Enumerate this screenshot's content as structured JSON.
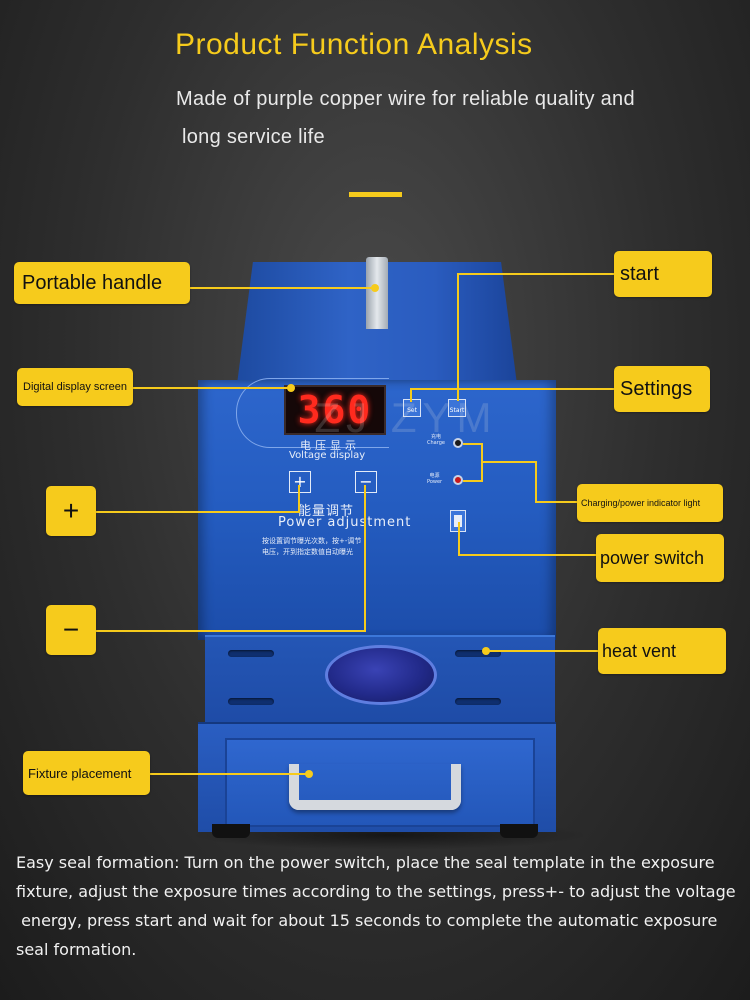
{
  "header": {
    "title": "Product Function Analysis",
    "subtitle_line1": "Made of purple copper wire for reliable quality and",
    "subtitle_line2": "long service life"
  },
  "device": {
    "display_value": "360",
    "voltage_label_cn": "电压显示",
    "voltage_label_en": "Voltage  display",
    "set_key": "Set",
    "start_key": "Start",
    "charge_label_cn": "充电",
    "charge_label_en": "Charge",
    "power_label_cn": "电源",
    "power_label_en": "Power",
    "plus_key": "+",
    "minus_key": "−",
    "power_adj_cn": "能量调节",
    "power_adj_en": "Power adjustment",
    "instruction_cn_1": "按设置调节曝光次数，按+-调节",
    "instruction_cn_2": "电压，开到指定数值自动曝光",
    "watermark": "ZJ  ZYM"
  },
  "callouts": {
    "portable_handle": "Portable handle",
    "digital_display": "Digital display screen",
    "plus": "+",
    "minus": "−",
    "fixture": "Fixture placement",
    "start": "start",
    "settings": "Settings",
    "charging_light": "Charging/power indicator light",
    "power_switch": "power switch",
    "heat_vent": "heat vent"
  },
  "description": {
    "line1": "Easy seal formation: Turn on the power switch, place the seal template in the exposure",
    "line2": "fixture, adjust the exposure times according to the settings, press+- to adjust the voltage",
    "line3": " energy, press start and wait for about 15 seconds to complete the automatic exposure",
    "line4": "seal formation."
  },
  "colors": {
    "accent": "#f6cb1c",
    "device_blue": "#2a5ec2",
    "display_red": "#ff2a1e"
  }
}
